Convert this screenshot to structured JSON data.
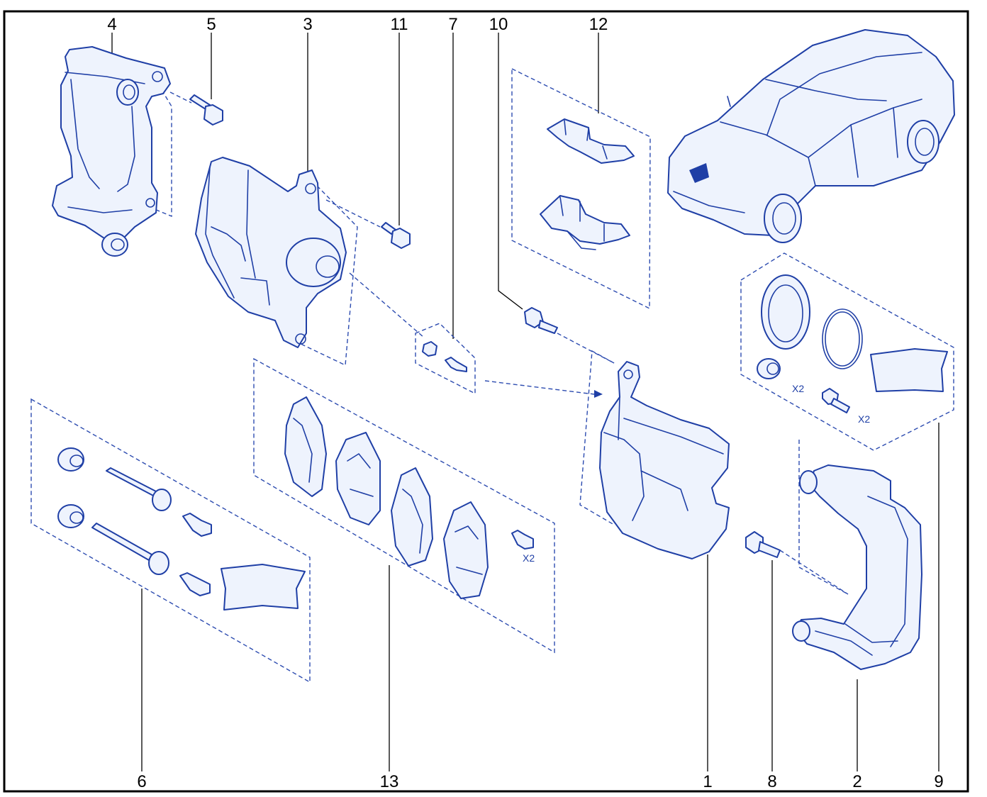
{
  "callouts": {
    "top": [
      "4",
      "5",
      "3",
      "11",
      "7",
      "10",
      "12"
    ],
    "bottom": [
      "6",
      "13",
      "1",
      "8",
      "2",
      "9"
    ]
  },
  "quantity_marks": [
    "X2",
    "X2",
    "X2"
  ],
  "colors": {
    "line": "#1f3fa6",
    "fill": "#eef3fd",
    "frame": "#000000"
  },
  "parts": [
    "caliper-bracket-left",
    "bracket-bolt",
    "caliper-body",
    "caliper-bolt",
    "bleed-screw-kit",
    "guide-bolt",
    "pad-clip-kit",
    "vehicle",
    "piston-seal-kit",
    "caliper-body-right",
    "bracket-bolt-right",
    "caliper-bracket-right",
    "guide-pin-kit",
    "brake-pad-set"
  ]
}
